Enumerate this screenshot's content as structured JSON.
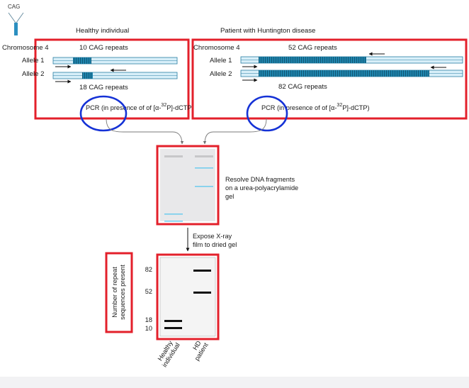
{
  "header": {
    "probe_label": "CAG",
    "probe_icon": "y-shape-icon"
  },
  "healthy": {
    "title": "Healthy individual",
    "chromosome": "Chromosome 4",
    "allele_1": {
      "label": "Allele 1",
      "repeats": "10 CAG repeats"
    },
    "allele_2": {
      "label": "Allele 2",
      "repeats": "18 CAG repeats"
    },
    "pcr": {
      "prefix": "PCR (in presence of of [α-",
      "isotope_mass": "32",
      "suffix": "P]-dCTP)"
    }
  },
  "patient": {
    "title": "Patient with Huntington disease",
    "chromosome": "Chromosome 4",
    "allele_1": {
      "label": "Allele 1",
      "repeats": "52 CAG repeats"
    },
    "allele_2": {
      "label": "Allele 2",
      "repeats": "82 CAG repeats"
    },
    "pcr": {
      "prefix": "PCR (in presence of of [α-",
      "isotope_mass": "32",
      "suffix": "P]-dCTP)"
    }
  },
  "gel": {
    "caption_lines": [
      "Resolve DNA fragments",
      "on a urea-polyacrylamide",
      "gel"
    ]
  },
  "exposure": {
    "caption_lines": [
      "Expose X-ray",
      "film to dried gel"
    ]
  },
  "autoradiogram": {
    "y_axis_label_lines": [
      "Number of repeat",
      "sequences present"
    ],
    "tick_labels": [
      "82",
      "52",
      "18",
      "10"
    ],
    "lanes": [
      {
        "label_lines": [
          "Healthy",
          "individual"
        ]
      },
      {
        "label_lines": [
          "HD",
          "patient"
        ]
      }
    ]
  },
  "colors": {
    "highlight_box": "#e3202b",
    "highlight_circle": "#1532d6",
    "allele_fill": "#d8eff9",
    "allele_outline": "#2a7ea3",
    "repeat_region": "#1f84ad",
    "gel_band_blue": "#74cdee",
    "probe_stem": "#2b8fc0"
  }
}
